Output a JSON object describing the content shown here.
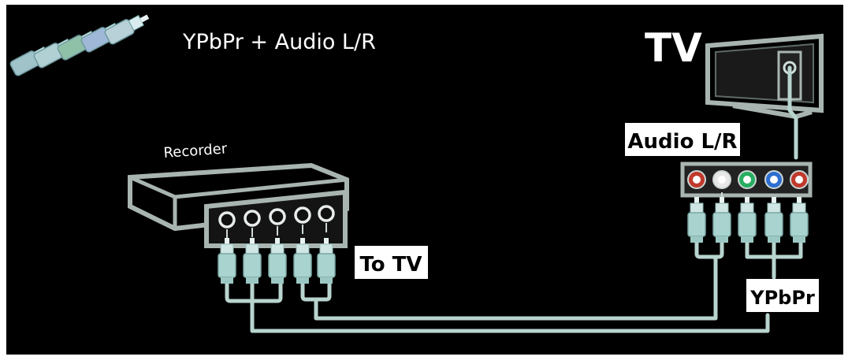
{
  "header": {
    "title": "YPbPr + Audio L/R",
    "connector_icon": "component-av-plugs-icon"
  },
  "tv": {
    "label": "TV",
    "icon": "tv-icon"
  },
  "recorder": {
    "label": "Recorder",
    "icon": "recorder-box-icon"
  },
  "labels": {
    "to_tv": "To TV",
    "audio_lr": "Audio L/R",
    "ypbpr": "YPbPr"
  },
  "ports": {
    "tv_jacks": [
      "#c0392b",
      "#e8e8e8",
      "#27ae60",
      "#2e6fd0",
      "#c0392b"
    ]
  },
  "colors": {
    "background": "#000000",
    "outline": "#b8c8c0",
    "cable": "#b8d4ce",
    "plug": "#a9d3cf",
    "label_bg": "#ffffff",
    "label_text": "#000000"
  }
}
